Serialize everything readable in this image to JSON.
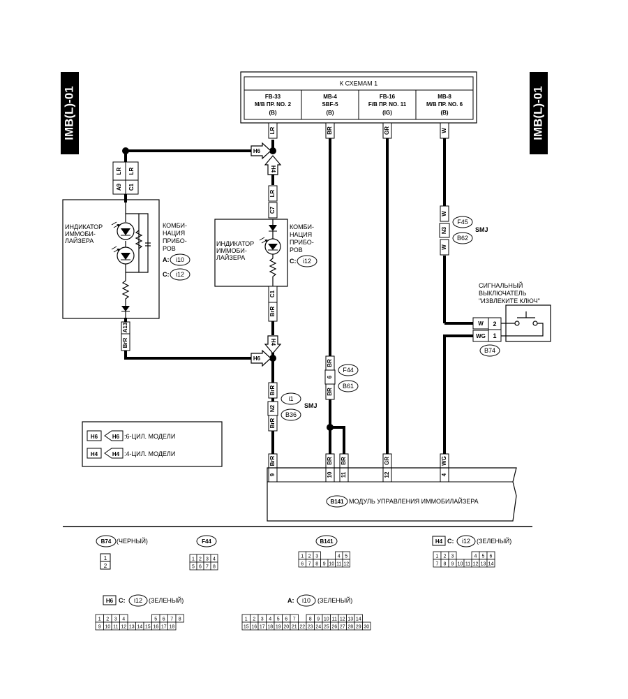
{
  "side_label": "IMB(L)-01",
  "top_box": {
    "header": "К СХЕМАМ 1",
    "cols": [
      {
        "line1": "FB-33",
        "line2": "M/B  ПР.  NO. 2",
        "line3": "(B)"
      },
      {
        "line1": "MB-4",
        "line2": "SBF-5",
        "line3": "(B)"
      },
      {
        "line1": "FB-16",
        "line2": "F/B  ПР.  NO. 11",
        "line3": "(IG)"
      },
      {
        "line1": "MB-8",
        "line2": "M/B  ПР.  NO. 6",
        "line3": "(B)"
      }
    ]
  },
  "wires": {
    "lr": "LR",
    "br": "BR",
    "gr": "GR",
    "w": "W",
    "brr": "BrR",
    "wg": "WG"
  },
  "connectors": {
    "h6": "H6",
    "h4": "H4",
    "a9": "A9",
    "c1": "C1",
    "a13": "A13",
    "c7": "C7",
    "n3": "N3",
    "n2": "N2",
    "pin6": "6"
  },
  "left_unit": {
    "title": [
      "ИНДИКАТОР",
      "ИММОБИ-",
      "ЛАЙЗЕРА"
    ],
    "cluster": [
      "КОМБИ-",
      "НАЦИЯ",
      "ПРИБО-",
      "РОВ"
    ],
    "a_label": "A:",
    "a_conn": "i10",
    "c_label": "C:",
    "c_conn": "i12"
  },
  "mid_unit": {
    "title": [
      "ИНДИКАТОР",
      "ИММОБИ-",
      "ЛАЙЗЕРА"
    ],
    "cluster": [
      "КОМБИ-",
      "НАЦИЯ",
      "ПРИБО-",
      "РОВ"
    ],
    "c_label": "C:",
    "c_conn": "i12"
  },
  "refs": {
    "f45": "F45",
    "b62": "B62",
    "f44": "F44",
    "b61": "B61",
    "i1": "i1",
    "b36": "B36",
    "smj": "SMJ",
    "b74": "B74",
    "b141": "B141"
  },
  "switch": {
    "title": [
      "СИГНАЛЬНЫЙ",
      "ВЫКЛЮЧАТЕЛЬ",
      "\"ИЗВЛЕКИТЕ КЛЮЧ\""
    ],
    "pin2": "2",
    "pin1": "1"
  },
  "legend": {
    "h6_text": ":6-ЦИЛ. МОДЕЛИ",
    "h4_text": ":4-ЦИЛ. МОДЕЛИ"
  },
  "module": {
    "pins": [
      "9",
      "10",
      "11",
      "12",
      "4"
    ],
    "name": "МОДУЛЬ УПРАВЛЕНИЯ ИММОБИЛАЙЗЕРА"
  },
  "connector_views": {
    "b74": {
      "name": "B74",
      "color": "(ЧЕРНЫЙ)",
      "cells": [
        "1",
        "2"
      ]
    },
    "f44": {
      "name": "F44",
      "cells": [
        "1",
        "2",
        "3",
        "4",
        "5",
        "6",
        "7",
        "8"
      ]
    },
    "b141": {
      "name": "B141",
      "cells": [
        "1",
        "2",
        "3",
        "4",
        "5",
        "6",
        "7",
        "8",
        "9",
        "10",
        "11",
        "12"
      ]
    },
    "h4c": {
      "tag": "H4",
      "label": "C:",
      "conn": "i12",
      "color": "(ЗЕЛЕНЫЙ)",
      "cells": [
        "1",
        "2",
        "3",
        "4",
        "5",
        "6",
        "7",
        "8",
        "9",
        "10",
        "11",
        "12",
        "13",
        "14"
      ]
    },
    "h6c": {
      "tag": "H6",
      "label": "C:",
      "conn": "i12",
      "color": "(ЗЕЛЕНЫЙ)",
      "cells": [
        "1",
        "2",
        "3",
        "4",
        "5",
        "6",
        "7",
        "8",
        "9",
        "10",
        "11",
        "12",
        "13",
        "14",
        "15",
        "16",
        "17",
        "18"
      ]
    },
    "a": {
      "label": "A:",
      "conn": "i10",
      "color": "(ЗЕЛЕНЫЙ)",
      "cells": [
        "1",
        "2",
        "3",
        "4",
        "5",
        "6",
        "7",
        "8",
        "9",
        "10",
        "11",
        "12",
        "13",
        "14",
        "15",
        "16",
        "17",
        "18",
        "19",
        "20",
        "21",
        "22",
        "23",
        "24",
        "25",
        "26",
        "27",
        "28",
        "29",
        "30"
      ]
    }
  }
}
